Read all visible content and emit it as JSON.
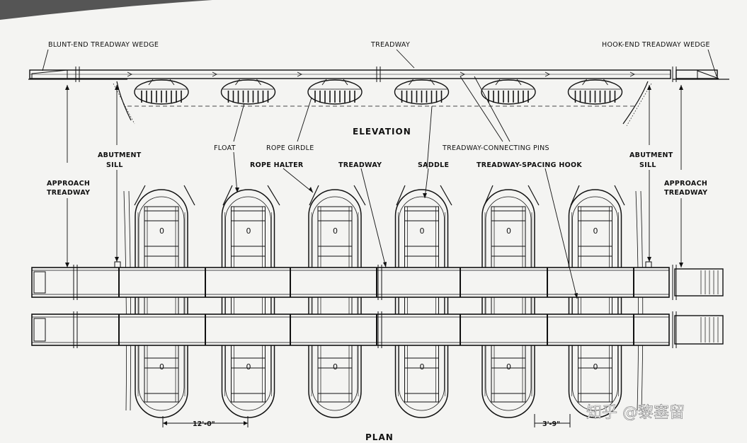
{
  "labels": {
    "blunt_end_wedge": "BLUNT-END TREADWAY WEDGE",
    "treadway_top": "TREADWAY",
    "hook_end_wedge": "HOOK-END TREADWAY WEDGE",
    "elevation": "ELEVATION",
    "float": "FLOAT",
    "rope_girdle": "ROPE GIRDLE",
    "connecting_pins": "TREADWAY-CONNECTING PINS",
    "abutment_sill_left_1": "ABUTMENT",
    "abutment_sill_left_2": "SILL",
    "abutment_sill_right_1": "ABUTMENT",
    "abutment_sill_right_2": "SILL",
    "approach_left_1": "APPROACH",
    "approach_left_2": "TREADWAY",
    "approach_right_1": "APPROACH",
    "approach_right_2": "TREADWAY",
    "rope_halter": "ROPE HALTER",
    "treadway_mid": "TREADWAY",
    "saddle": "SADDLE",
    "spacing_hook": "TREADWAY-SPACING HOOK",
    "plan": "PLAN",
    "dim_spacing": "12'-0\"",
    "dim_width": "3'-9\"",
    "watermark": "知乎 @黎塞留"
  },
  "diagram": {
    "float_count": 6,
    "treadway_count": 2,
    "compartment_mark": "0",
    "colors": {
      "ink": "#111111",
      "paper": "#f4f4f2"
    }
  }
}
